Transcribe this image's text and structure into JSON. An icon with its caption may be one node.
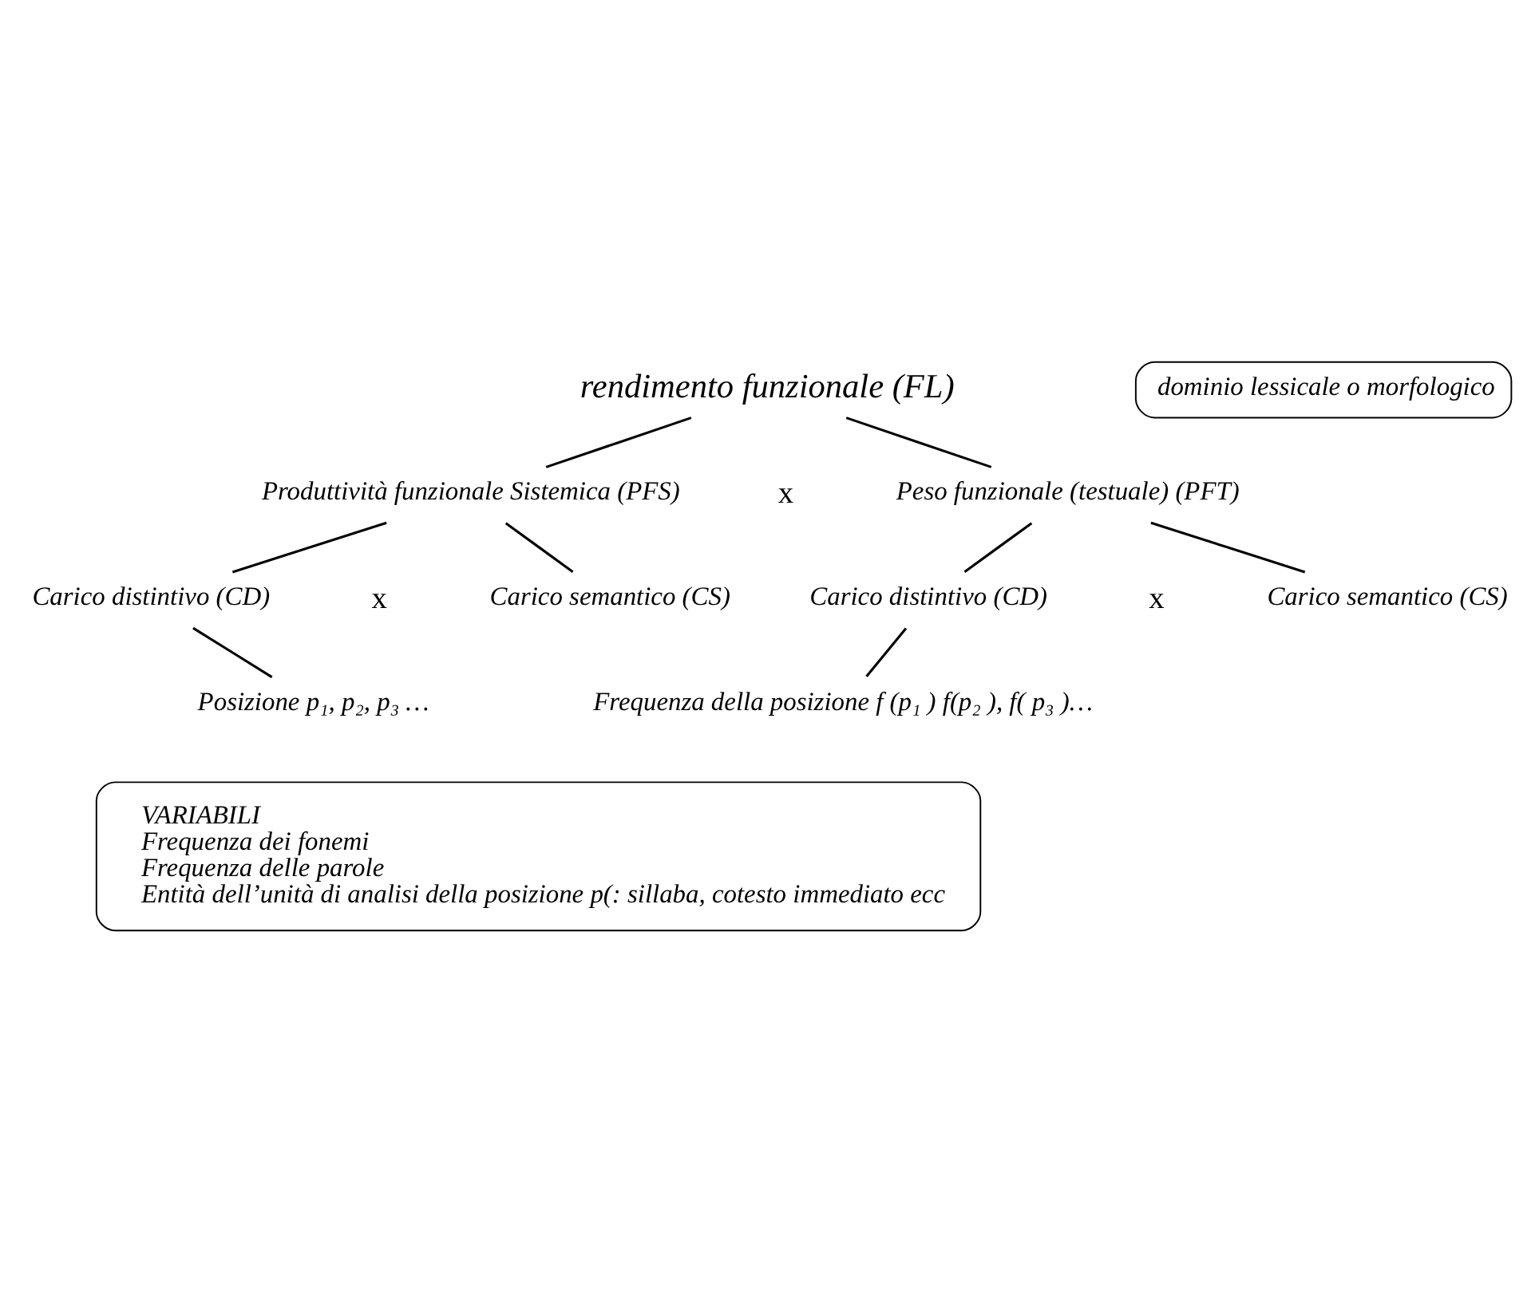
{
  "diagram": {
    "nodes": [
      {
        "text": [
          "rendimento funzionale (FL)"
        ]
      },
      {
        "text": [
          "dominio lessicale o morfologico"
        ]
      },
      {
        "text": [
          "Produttività funzionale Sistemica (PFS)"
        ]
      },
      {
        "text": [
          "Peso funzionale (testuale) (PFT)"
        ]
      },
      {
        "text": [
          "Carico distintivo (CD)"
        ]
      },
      {
        "text": [
          "Carico semantico (CS)"
        ]
      },
      {
        "text": [
          "Carico distintivo (CD)"
        ]
      },
      {
        "text": [
          "Carico semantico (CS)"
        ]
      },
      {
        "text": [
          "Posizione p₁, p₂, p₃ …"
        ]
      },
      {
        "text": [
          "Frequenza della posizione f (p₁ ) f(p₂ ), f( p₃ )…"
        ]
      },
      {
        "text": [
          "VARIABILI",
          "Frequenza dei fonemi",
          "Frequenza delle parole",
          "Entità dell’unità di analisi della posizione p(: sillaba, cotesto immediato ecc"
        ]
      }
    ],
    "edges": [
      {
        "from": 0,
        "to": 2,
        "arrow": "none"
      },
      {
        "from": 0,
        "to": 3,
        "arrow": "none"
      },
      {
        "from": 2,
        "to": 4,
        "arrow": "none"
      },
      {
        "from": 2,
        "to": 5,
        "arrow": "none"
      },
      {
        "from": 3,
        "to": 6,
        "arrow": "none"
      },
      {
        "from": 3,
        "to": 7,
        "arrow": "none"
      },
      {
        "from": 4,
        "to": 8,
        "arrow": "none"
      },
      {
        "from": 6,
        "to": 9,
        "arrow": "none"
      }
    ],
    "labels": [
      "x",
      "x",
      "x"
    ]
  }
}
